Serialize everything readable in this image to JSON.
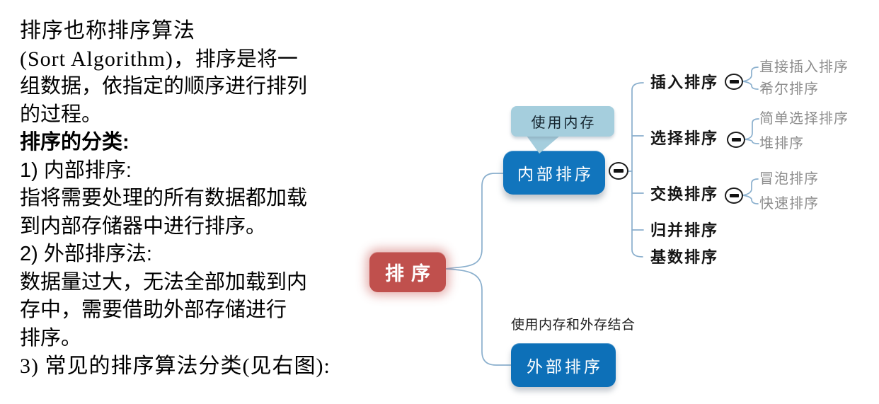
{
  "page": {
    "background": "#ffffff"
  },
  "left_text": {
    "lines": [
      {
        "text": "排序也称排序算法"
      },
      {
        "serif": "(Sort Algorithm)，",
        "sans": "排序是将一"
      },
      {
        "text": "组数据，依指定的顺序进行排列"
      },
      {
        "text": "的过程。"
      },
      {
        "text": "排序的分类:"
      },
      {
        "text": "1) 内部排序:"
      },
      {
        "text": "指将需要处理的所有数据都加载"
      },
      {
        "text": "到内部存储器中进行排序。"
      },
      {
        "text": "2) 外部排序法:"
      },
      {
        "text": "数据量过大，无法全部加载到内"
      },
      {
        "text": "存中，需要借助外部存储进行"
      },
      {
        "text": "排序。"
      },
      {
        "text": "3) 常见的排序算法分类(见右图):"
      }
    ]
  },
  "mindmap": {
    "root": {
      "label": "排序",
      "color": "#c0504d"
    },
    "inner": {
      "label": "内部排序",
      "color": "#1175bd",
      "callout": "使用内存",
      "callout_color": "#a5cedd",
      "toggle": "minus",
      "children": [
        {
          "label": "插入排序",
          "toggle": "minus",
          "children": [
            "直接插入排序",
            "希尔排序"
          ]
        },
        {
          "label": "选择排序",
          "toggle": "minus",
          "children": [
            "简单选择排序",
            "堆排序"
          ]
        },
        {
          "label": "交换排序",
          "toggle": "minus",
          "children": [
            "冒泡排序",
            "快速排序"
          ]
        },
        {
          "label": "归并排序",
          "children": []
        },
        {
          "label": "基数排序",
          "children": []
        }
      ]
    },
    "outer": {
      "label": "外部排序",
      "color": "#0d70b8",
      "annotation": "使用内存和外存结合"
    },
    "line_color": "#8aafcd",
    "leaf_text_color": "#8d8d8d"
  }
}
